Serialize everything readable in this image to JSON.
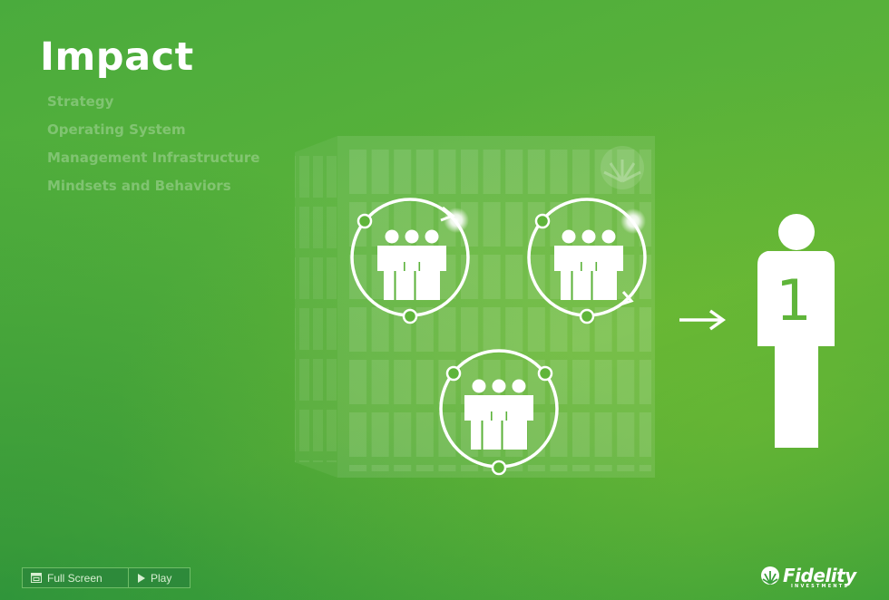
{
  "page": {
    "title": "Impact"
  },
  "nav": {
    "items": [
      {
        "label": "Strategy"
      },
      {
        "label": "Operating System"
      },
      {
        "label": "Management Infrastructure"
      },
      {
        "label": "Mindsets and Behaviors"
      }
    ]
  },
  "diagram": {
    "person_number": "1",
    "arrow_symbol": "→"
  },
  "controls": {
    "fullscreen_label": "Full Screen",
    "play_label": "Play"
  },
  "brand": {
    "name": "Fidelity",
    "tagline": "INVESTMENTS"
  },
  "colors": {
    "accent_green": "#57b13a",
    "control_bg": "#2d8a3a",
    "text_white": "#ffffff"
  }
}
